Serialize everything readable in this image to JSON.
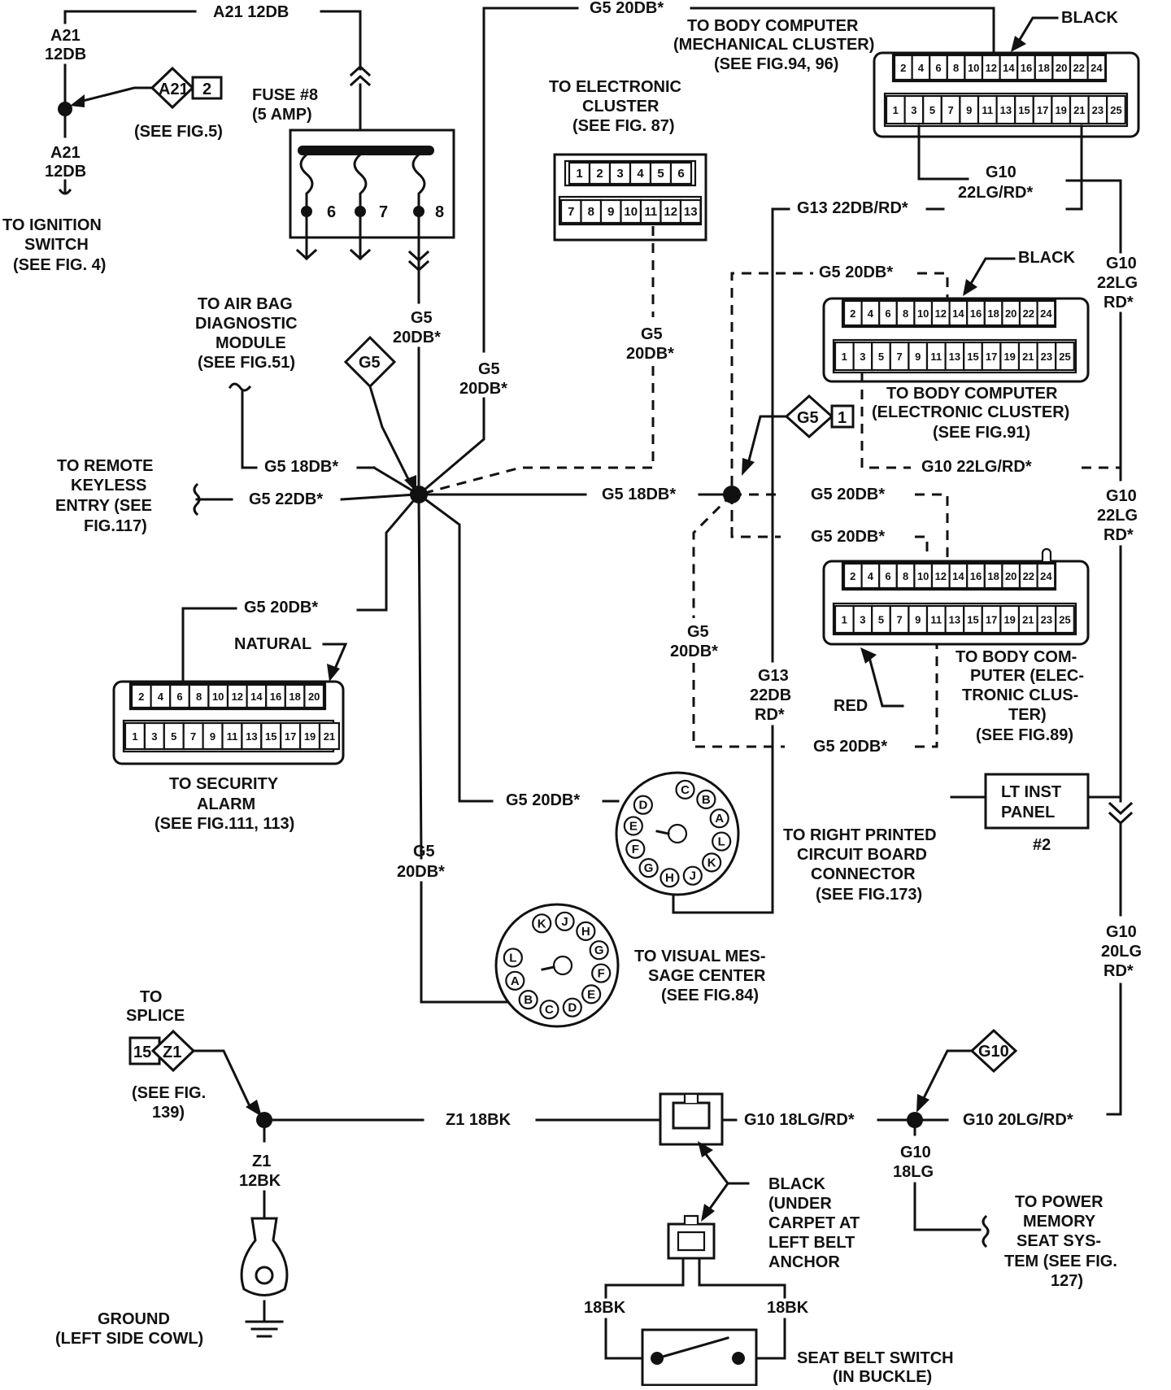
{
  "top": {
    "a21_top": "A21 12DB",
    "a21_left_1": "A21",
    "a21_left_2": "12DB",
    "a21_left_3": "A21",
    "a21_left_4": "12DB",
    "a21_ref_tag": "A21",
    "a21_ref_num": "2",
    "see_fig5": "(SEE FIG.5)",
    "ign_1": "TO IGNITION",
    "ign_2": "SWITCH",
    "ign_3": "(SEE FIG. 4)",
    "g5_top": "G5 20DB*"
  },
  "fuse": {
    "title_1": "FUSE #8",
    "title_2": "(5 AMP)",
    "n6": "6",
    "n7": "7",
    "n8": "8",
    "g5_1": "G5",
    "g5_2": "20DB*"
  },
  "elec_cluster": {
    "title_1": "TO ELECTRONIC",
    "title_2": "CLUSTER",
    "title_3": "(SEE FIG. 87)",
    "top_pins": [
      "1",
      "2",
      "3",
      "4",
      "5",
      "6"
    ],
    "bot_pins": [
      "7",
      "8",
      "9",
      "10",
      "11",
      "12",
      "13"
    ],
    "wire_1": "G5",
    "wire_2": "20DB*"
  },
  "body_mech": {
    "title_1": "TO BODY COMPUTER",
    "title_2": "(MECHANICAL CLUSTER)",
    "title_3": "(SEE FIG.94, 96)",
    "color": "BLACK",
    "top_pins": [
      "2",
      "4",
      "6",
      "8",
      "10",
      "12",
      "14",
      "16",
      "18",
      "20",
      "22",
      "24"
    ],
    "bot_pins": [
      "1",
      "3",
      "5",
      "7",
      "9",
      "11",
      "13",
      "15",
      "17",
      "19",
      "21",
      "23",
      "25"
    ],
    "g10_1": "G10",
    "g10_2": "22LG/RD*"
  },
  "g13": {
    "top": "G13 22DB/RD*",
    "v1": "G13",
    "v2": "22DB",
    "v3": "RD*"
  },
  "body_elec_91": {
    "g5": "G5 20DB*",
    "color": "BLACK",
    "top_pins": [
      "2",
      "4",
      "6",
      "8",
      "10",
      "12",
      "14",
      "16",
      "18",
      "20",
      "22",
      "24"
    ],
    "bot_pins": [
      "1",
      "3",
      "5",
      "7",
      "9",
      "11",
      "13",
      "15",
      "17",
      "19",
      "21",
      "23",
      "25"
    ],
    "title_1": "TO BODY COMPUTER",
    "title_2": "(ELECTRONIC CLUSTER)",
    "title_3": "(SEE FIG.91)",
    "g10": "G10 22LG/RD*"
  },
  "right_g10": {
    "a1": "G10",
    "a2": "22LG",
    "a3": "RD*",
    "b1": "G10",
    "b2": "22LG",
    "b3": "RD*",
    "c1": "G10",
    "c2": "20LG",
    "c3": "RD*"
  },
  "splice": {
    "g5_tag": "G5",
    "g5_18_left": "G5 18DB*",
    "g5_22": "G5 22DB*",
    "g5_18_right": "G5 18DB*",
    "g5_center_1": "G5",
    "g5_center_2": "20DB*",
    "g5_tag_right": "G5",
    "g5_tag_right_num": "1"
  },
  "airbag": {
    "l1": "TO AIR BAG",
    "l2": "DIAGNOSTIC",
    "l3": "MODULE",
    "l4": "(SEE FIG.51)"
  },
  "keyless": {
    "l1": "TO REMOTE",
    "l2": "KEYLESS",
    "l3": "ENTRY (SEE",
    "l4": "FIG.117)"
  },
  "right_splice": {
    "g5_a": "G5 20DB*",
    "g5_b": "G5 20DB*",
    "g5_v1": "G5",
    "g5_v2": "20DB*",
    "g5_bottom": "G5 20DB*"
  },
  "body_elec_89": {
    "top_pins": [
      "2",
      "4",
      "6",
      "8",
      "10",
      "12",
      "14",
      "16",
      "18",
      "20",
      "22",
      "24"
    ],
    "bot_pins": [
      "1",
      "3",
      "5",
      "7",
      "9",
      "11",
      "13",
      "15",
      "17",
      "19",
      "21",
      "23",
      "25"
    ],
    "red": "RED",
    "t1": "TO BODY COM-",
    "t2": "PUTER (ELEC-",
    "t3": "TRONIC CLUS-",
    "t4": "TER)",
    "t5": "(SEE FIG.89)"
  },
  "security": {
    "wire": "G5 20DB*",
    "natural": "NATURAL",
    "top_pins": [
      "2",
      "4",
      "6",
      "8",
      "10",
      "12",
      "14",
      "16",
      "18",
      "20"
    ],
    "bot_pins": [
      "1",
      "3",
      "5",
      "7",
      "9",
      "11",
      "13",
      "15",
      "17",
      "19",
      "21"
    ],
    "t1": "TO SECURITY",
    "t2": "ALARM",
    "t3": "(SEE FIG.111, 113)"
  },
  "rpcb": {
    "wire": "G5 20DB*",
    "pins": [
      "C",
      "B",
      "A",
      "L",
      "K",
      "J",
      "H",
      "G",
      "F",
      "E",
      "D"
    ],
    "t1": "TO RIGHT PRINTED",
    "t2": "CIRCUIT BOARD",
    "t3": "CONNECTOR",
    "t4": "(SEE FIG.173)"
  },
  "inst_panel": {
    "l1": "LT INST",
    "l2": "PANEL",
    "l3": "#2"
  },
  "vmc": {
    "w1": "G5",
    "w2": "20DB*",
    "pins": [
      "K",
      "J",
      "H",
      "G",
      "F",
      "E",
      "D",
      "C",
      "B",
      "A",
      "L"
    ],
    "t1": "TO  VISUAL MES-",
    "t2": "SAGE CENTER",
    "t3": "(SEE FIG.84)"
  },
  "ground": {
    "to": "TO",
    "splice": "SPLICE",
    "tag_num": "15",
    "tag": "Z1",
    "see1": "(SEE FIG.",
    "see2": "139)",
    "z1_18": "Z1 18BK",
    "z1_1": "Z1",
    "z1_2": "12BK",
    "g1": "GROUND",
    "g2": "(LEFT SIDE COWL)"
  },
  "seatbelt": {
    "g10_18": "G10 18LG/RD*",
    "b1": "BLACK",
    "b2": "(UNDER",
    "b3": "CARPET AT",
    "b4": "LEFT BELT",
    "b5": "ANCHOR",
    "bk_l": "18BK",
    "bk_r": "18BK",
    "s1": "SEAT BELT SWITCH",
    "s2": "(IN BUCKLE)"
  },
  "power_seat": {
    "g10_tag": "G10",
    "g10_20": "G10 20LG/RD*",
    "g10_1": "G10",
    "g10_2": "18LG",
    "t1": "TO POWER",
    "t2": "MEMORY",
    "t3": "SEAT SYS-",
    "t4": "TEM (SEE FIG.",
    "t5": "127)"
  }
}
